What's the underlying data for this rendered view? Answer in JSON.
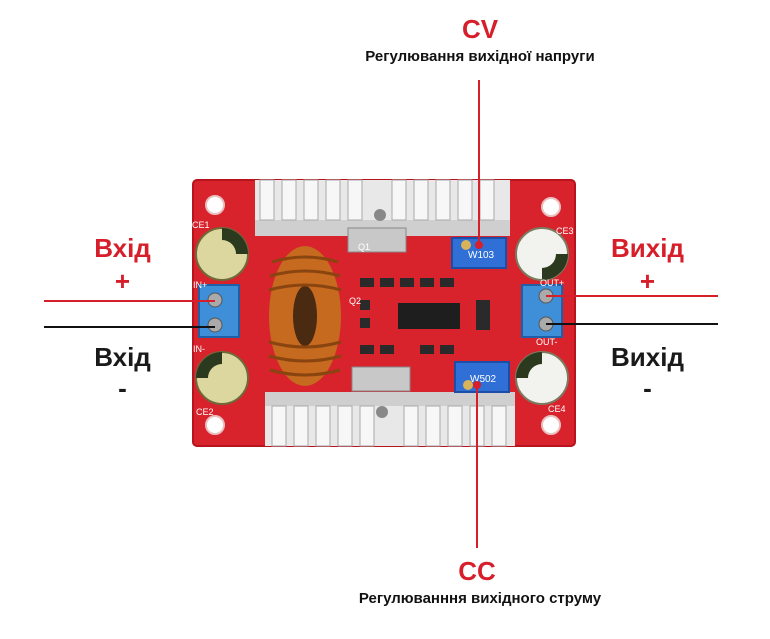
{
  "labels": {
    "cv_title": "CV",
    "cv_subtitle": "Регулювання вихідної напруги",
    "cc_title": "CC",
    "cc_subtitle": "Регулюванння вихідного струму",
    "input_positive": "Вхід",
    "input_positive_sign": "+",
    "input_negative": "Вхід",
    "input_negative_sign": "-",
    "output_positive": "Вихід",
    "output_positive_sign": "+",
    "output_negative": "Вихід",
    "output_negative_sign": "-"
  },
  "board": {
    "silkscreen": {
      "ce1": "CE1",
      "ce2": "CE2",
      "ce3": "CE3",
      "ce4": "CE4",
      "in_plus": "IN+",
      "in_minus": "IN-",
      "w103": "W103",
      "w502": "W502",
      "out_plus": "OUT+",
      "out_minus": "OUT-",
      "q1": "Q1",
      "q2": "Q2"
    }
  },
  "colors": {
    "accent_red": "#d61f2b",
    "pcb_red": "#d8222c",
    "wire_black": "#111111"
  }
}
